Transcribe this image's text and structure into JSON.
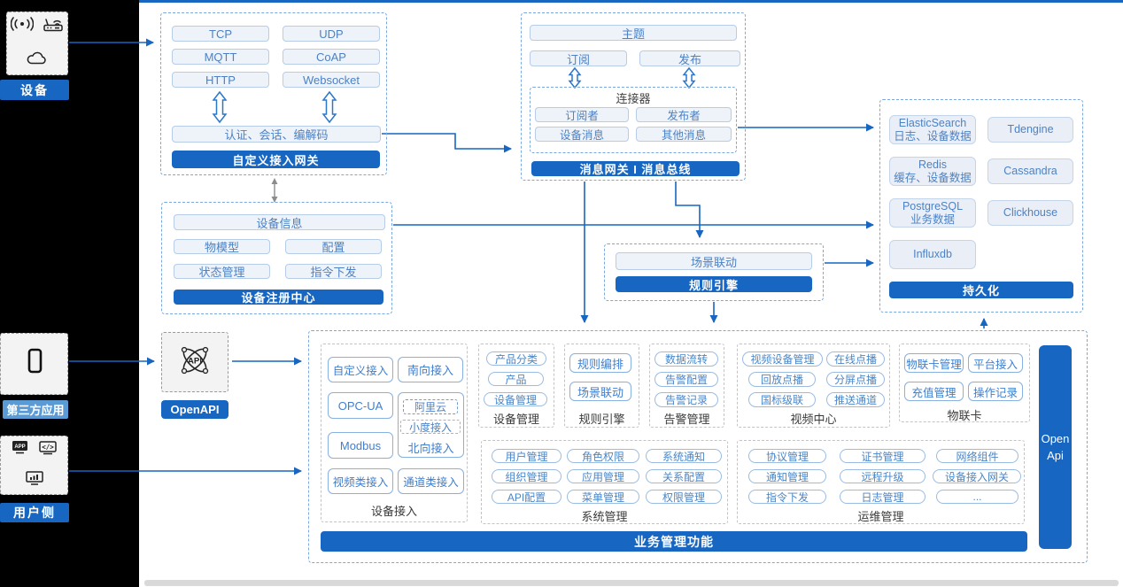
{
  "colors": {
    "accent": "#1766c2",
    "accent_light": "#5b9bd5"
  },
  "left_rail": {
    "device_label": "设备",
    "third_party_label": "第三方应用",
    "user_label": "用户侧"
  },
  "icons": {
    "app_icon_text": "APP",
    "code_icon_text": "</>",
    "api_icon_text": "API"
  },
  "custom_gateway": {
    "title": "自定义接入网关",
    "protocols": [
      "TCP",
      "UDP",
      "MQTT",
      "CoAP",
      "HTTP",
      "Websocket"
    ],
    "auth_chip": "认证、会话、编解码"
  },
  "message_bus": {
    "title": "消息网关 I 消息总线",
    "topic_chip": "主题",
    "subscribe_chip": "订阅",
    "publish_chip": "发布",
    "connector_title": "连接器",
    "connector_chips": [
      "订阅者",
      "发布者",
      "设备消息",
      "其他消息"
    ]
  },
  "persistence": {
    "title": "持久化",
    "stores": [
      {
        "name": "ElasticSearch",
        "desc": "日志、设备数据"
      },
      {
        "name": "Tdengine",
        "desc": ""
      },
      {
        "name": "Redis",
        "desc": "缓存、设备数据"
      },
      {
        "name": "Cassandra",
        "desc": ""
      },
      {
        "name": "PostgreSQL",
        "desc": "业务数据"
      },
      {
        "name": "Clickhouse",
        "desc": ""
      },
      {
        "name": "Influxdb",
        "desc": ""
      }
    ]
  },
  "device_registry": {
    "title": "设备注册中心",
    "info_chip": "设备信息",
    "chips": [
      "物模型",
      "配置",
      "状态管理",
      "指令下发"
    ]
  },
  "rule_engine_box": {
    "title": "规则引擎",
    "scene_chip": "场景联动"
  },
  "openapi": {
    "label": "OpenAPI"
  },
  "business": {
    "title": "业务管理功能",
    "open_api_vertical_1": "Open",
    "open_api_vertical_2": "Api",
    "device_access": {
      "label": "设备接入",
      "chips": [
        "自定义接入",
        "南向接入",
        "OPC-UA",
        "Modbus",
        "视频类接入",
        "通道类接入"
      ],
      "north_label": "北向接入",
      "north_chips": [
        "阿里云",
        "小度接入"
      ]
    },
    "device_mgmt": {
      "label": "设备管理",
      "chips": [
        "产品分类",
        "产品",
        "设备管理"
      ]
    },
    "rule_engine": {
      "label": "规则引擎",
      "chips": [
        "规则编排",
        "场景联动"
      ]
    },
    "alarm": {
      "label": "告警管理",
      "chips": [
        "数据流转",
        "告警配置",
        "告警记录"
      ]
    },
    "video": {
      "label": "视频中心",
      "chips": [
        "视频设备管理",
        "在线点播",
        "回放点播",
        "分屏点播",
        "国标级联",
        "推送通道"
      ]
    },
    "iot_card": {
      "label": "物联卡",
      "chips": [
        "物联卡管理",
        "平台接入",
        "充值管理",
        "操作记录"
      ]
    },
    "system": {
      "label": "系统管理",
      "chips": [
        "用户管理",
        "角色权限",
        "系统通知",
        "组织管理",
        "应用管理",
        "关系配置",
        "API配置",
        "菜单管理",
        "权限管理"
      ]
    },
    "ops": {
      "label": "运维管理",
      "chips": [
        "协议管理",
        "证书管理",
        "网络组件",
        "通知管理",
        "远程升级",
        "设备接入网关",
        "指令下发",
        "日志管理",
        "..."
      ]
    }
  }
}
